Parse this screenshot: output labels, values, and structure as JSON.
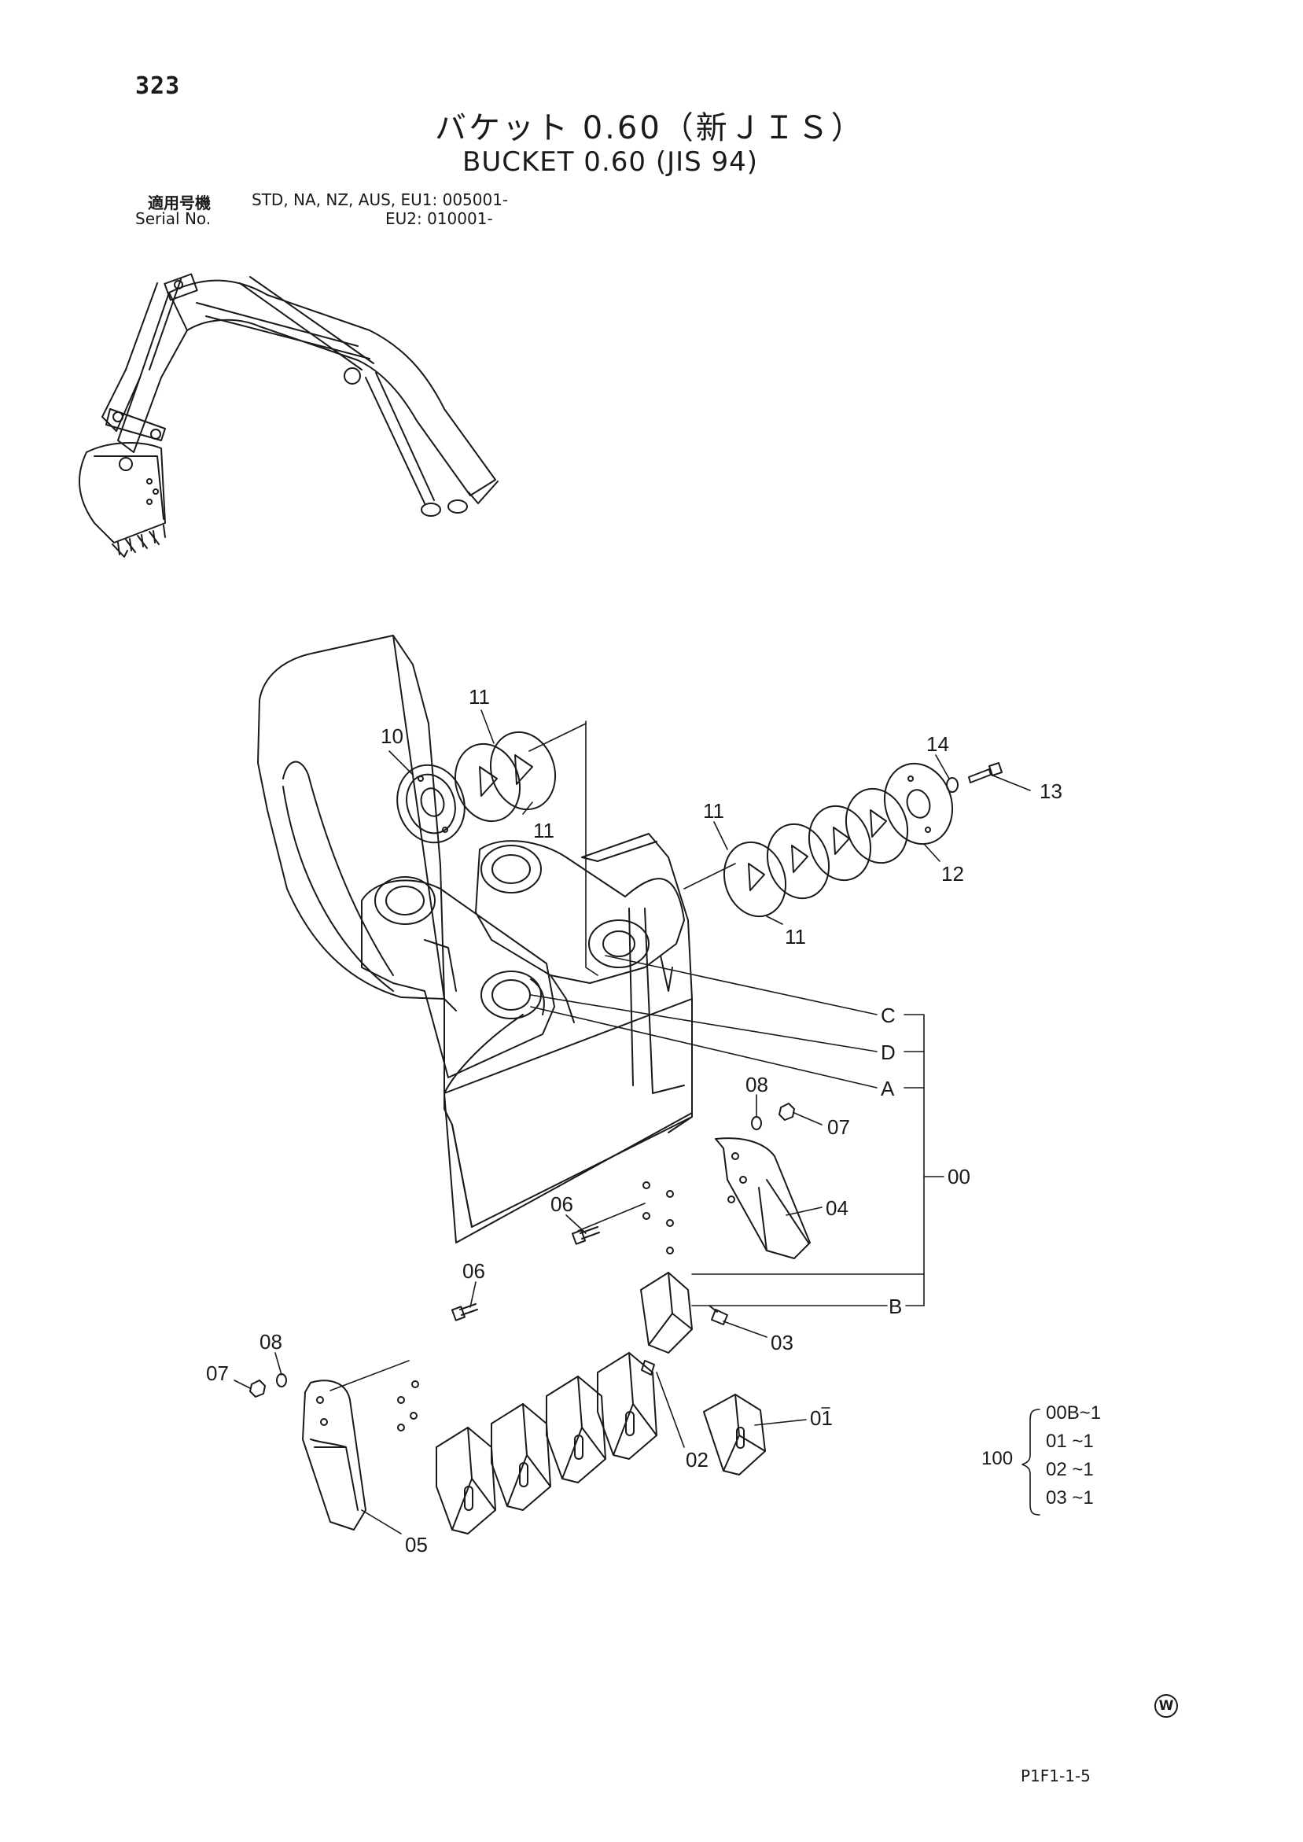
{
  "header": {
    "page_number": "323",
    "title_jp": "バケット 0.60（新ＪＩＳ）",
    "title_en": "BUCKET 0.60 (JIS 94)",
    "serial_label_jp": "適用号機",
    "serial_label_en": "Serial No.",
    "serial_line_1": "STD, NA, NZ, AUS, EU1: 005001-",
    "serial_line_2": "EU2: 010001-"
  },
  "callouts": {
    "p11a": "11",
    "p10": "10",
    "p11b": "11",
    "p14": "14",
    "p13": "13",
    "p11c": "11",
    "p12": "12",
    "p11d": "11",
    "C": "C",
    "D": "D",
    "A": "A",
    "B": "B",
    "p08a": "08",
    "p07a": "07",
    "p00": "00",
    "p06a": "06",
    "p04": "04",
    "p06b": "06",
    "p03": "03",
    "p08b": "08",
    "p07b": "07",
    "p01": "01",
    "p02": "02",
    "p05": "05"
  },
  "kit": {
    "number": "100",
    "items": [
      "00B~1",
      "01  ~1",
      "02  ~1",
      "03  ~1"
    ]
  },
  "footer": {
    "w_mark": "W",
    "code": "P1F1-1-5"
  }
}
